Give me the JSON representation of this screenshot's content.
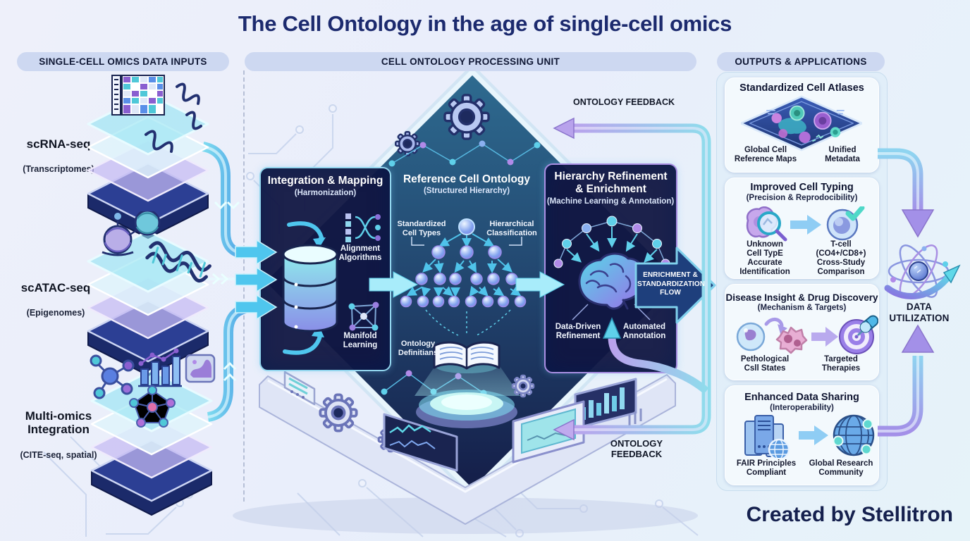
{
  "title": "The Cell Ontology in the age of single-cell omics",
  "credit": "Created by Stellitron",
  "colors": {
    "accent_cyan": "#4fc6ee",
    "accent_purple": "#a98fe3",
    "navy": "#131c46",
    "panel_bg": "#111642"
  },
  "inputs": {
    "header": "SINGLE-CELL OMICS DATA INPUTS",
    "items": [
      {
        "name": "scRNA-seq",
        "sub": "(Transcriptomes)"
      },
      {
        "name": "scATAC-seq",
        "sub": "(Epigenomes)"
      },
      {
        "name": "Multi-omics\nIntegration",
        "sub": "(CITE-seq, spatial)"
      }
    ]
  },
  "processing": {
    "header": "CELL ONTOLOGY PROCESSING UNIT",
    "feedback_top": "ONTOLOGY FEEDBACK",
    "feedback_bottom": "ONTOLOGY\nFEEDBACK",
    "flow_arrow": "ENRICHMENT &\nSTANDARDIZATION\nFLOW",
    "panels": [
      {
        "title": "Integration & Mapping",
        "sub": "(Harmonization)",
        "features": [
          {
            "label": "Alignment\nAlgorithms"
          },
          {
            "label": "Manifold\nLearning"
          }
        ]
      },
      {
        "title": "Reference Cell Ontology",
        "sub": "(Structured Hierarchy)",
        "features": [
          {
            "label": "Standardized\nCell Types"
          },
          {
            "label": "Hierarchical\nClassification"
          },
          {
            "label": "Ontology\nDefinitians"
          }
        ]
      },
      {
        "title": "Hierarchy Refinement\n& Enrichment",
        "sub": "(Machine Learning & Annotation)",
        "features": [
          {
            "label": "Data-Driven\nRefinement"
          },
          {
            "label": "Automated\nAnnotation"
          }
        ]
      }
    ]
  },
  "outputs": {
    "header": "OUTPUTS & APPLICATIONS",
    "data_utilization": "DATA\nUTILIZATION",
    "cards": [
      {
        "title": "Standardized Cell Atlases",
        "sub": "",
        "items": [
          {
            "label": "Global Cell\nReference Maps"
          },
          {
            "label": "Unified\nMetadata"
          }
        ]
      },
      {
        "title": "Improved Cell Typing",
        "sub": "(Precision & Reprodocibility)",
        "items": [
          {
            "label": "Unknown\nCell TypE",
            "sublabel": "Accurate\nIdentification"
          },
          {
            "label": "T-cell\n(CO4+/CD8+)",
            "sublabel": "Cross-Study\nComparison"
          }
        ]
      },
      {
        "title": "Disease Insight & Drug Discovery",
        "sub": "(Mechanism & Targets)",
        "items": [
          {
            "label": "Pethological\nCsll States"
          },
          {
            "label": "Targeted\nTherapies"
          }
        ]
      },
      {
        "title": "Enhanced Data Sharing",
        "sub": "(Interoperability)",
        "items": [
          {
            "label": "FAIR Principles\nCompliant"
          },
          {
            "label": "Global Research\nCommunity"
          }
        ]
      }
    ]
  }
}
